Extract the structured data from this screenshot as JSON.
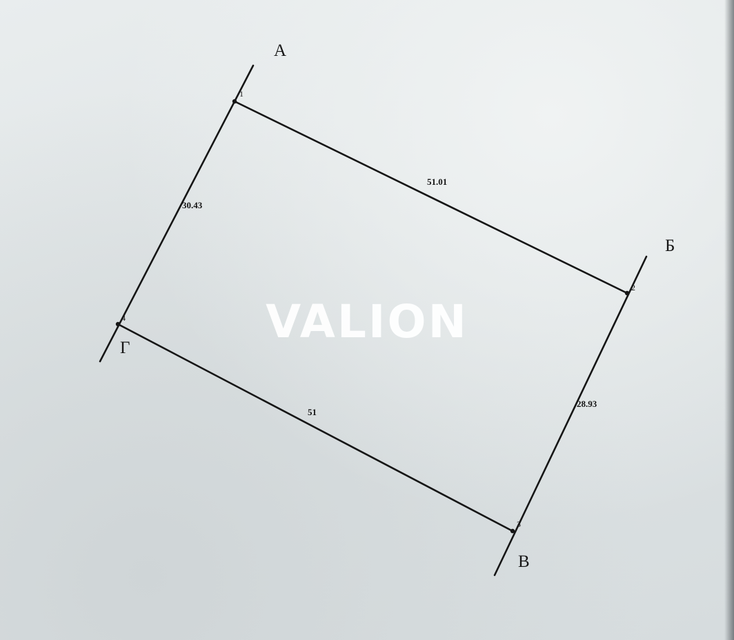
{
  "diagram": {
    "watermark": "VALION",
    "corners": [
      {
        "id": "A",
        "label": "А"
      },
      {
        "id": "B",
        "label": "Б"
      },
      {
        "id": "V",
        "label": "В"
      },
      {
        "id": "G",
        "label": "Г"
      }
    ],
    "vertices": [
      {
        "id": 1,
        "label": "1"
      },
      {
        "id": 2,
        "label": "2"
      },
      {
        "id": 3,
        "label": "3"
      },
      {
        "id": 4,
        "label": "4"
      }
    ],
    "sides": [
      {
        "from": 1,
        "to": 2,
        "length": "51.01"
      },
      {
        "from": 2,
        "to": 3,
        "length": "28.93"
      },
      {
        "from": 3,
        "to": 4,
        "length": "51"
      },
      {
        "from": 4,
        "to": 1,
        "length": "30.43"
      }
    ]
  }
}
